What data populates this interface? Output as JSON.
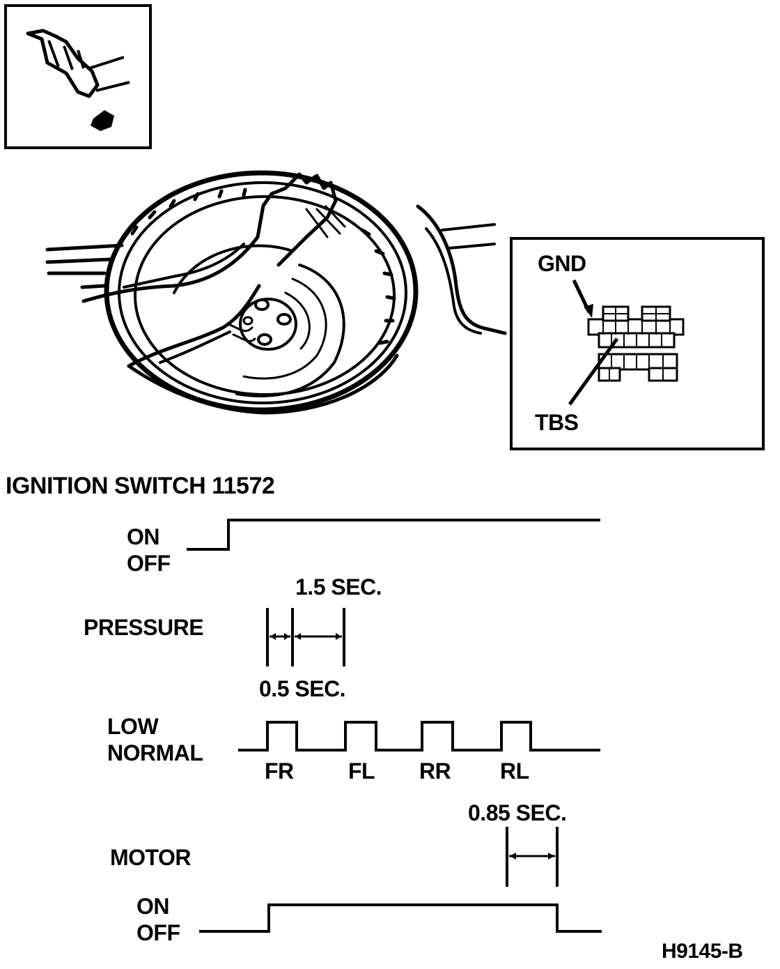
{
  "inset_labels": {
    "gnd": "GND",
    "tbs": "TBS"
  },
  "timing": {
    "title": "IGNITION SWITCH 11572",
    "ignition": {
      "on": "ON",
      "off": "OFF"
    },
    "pressure": {
      "label": "PRESSURE",
      "interval_long": "1.5 SEC.",
      "interval_short": "0.5 SEC."
    },
    "low_normal": {
      "low": "LOW",
      "normal": "NORMAL",
      "pulses": [
        "FR",
        "FL",
        "RR",
        "RL"
      ]
    },
    "motor": {
      "label": "MOTOR",
      "interval": "0.85 SEC.",
      "on": "ON",
      "off": "OFF"
    }
  },
  "figure_code": "H9145-B"
}
